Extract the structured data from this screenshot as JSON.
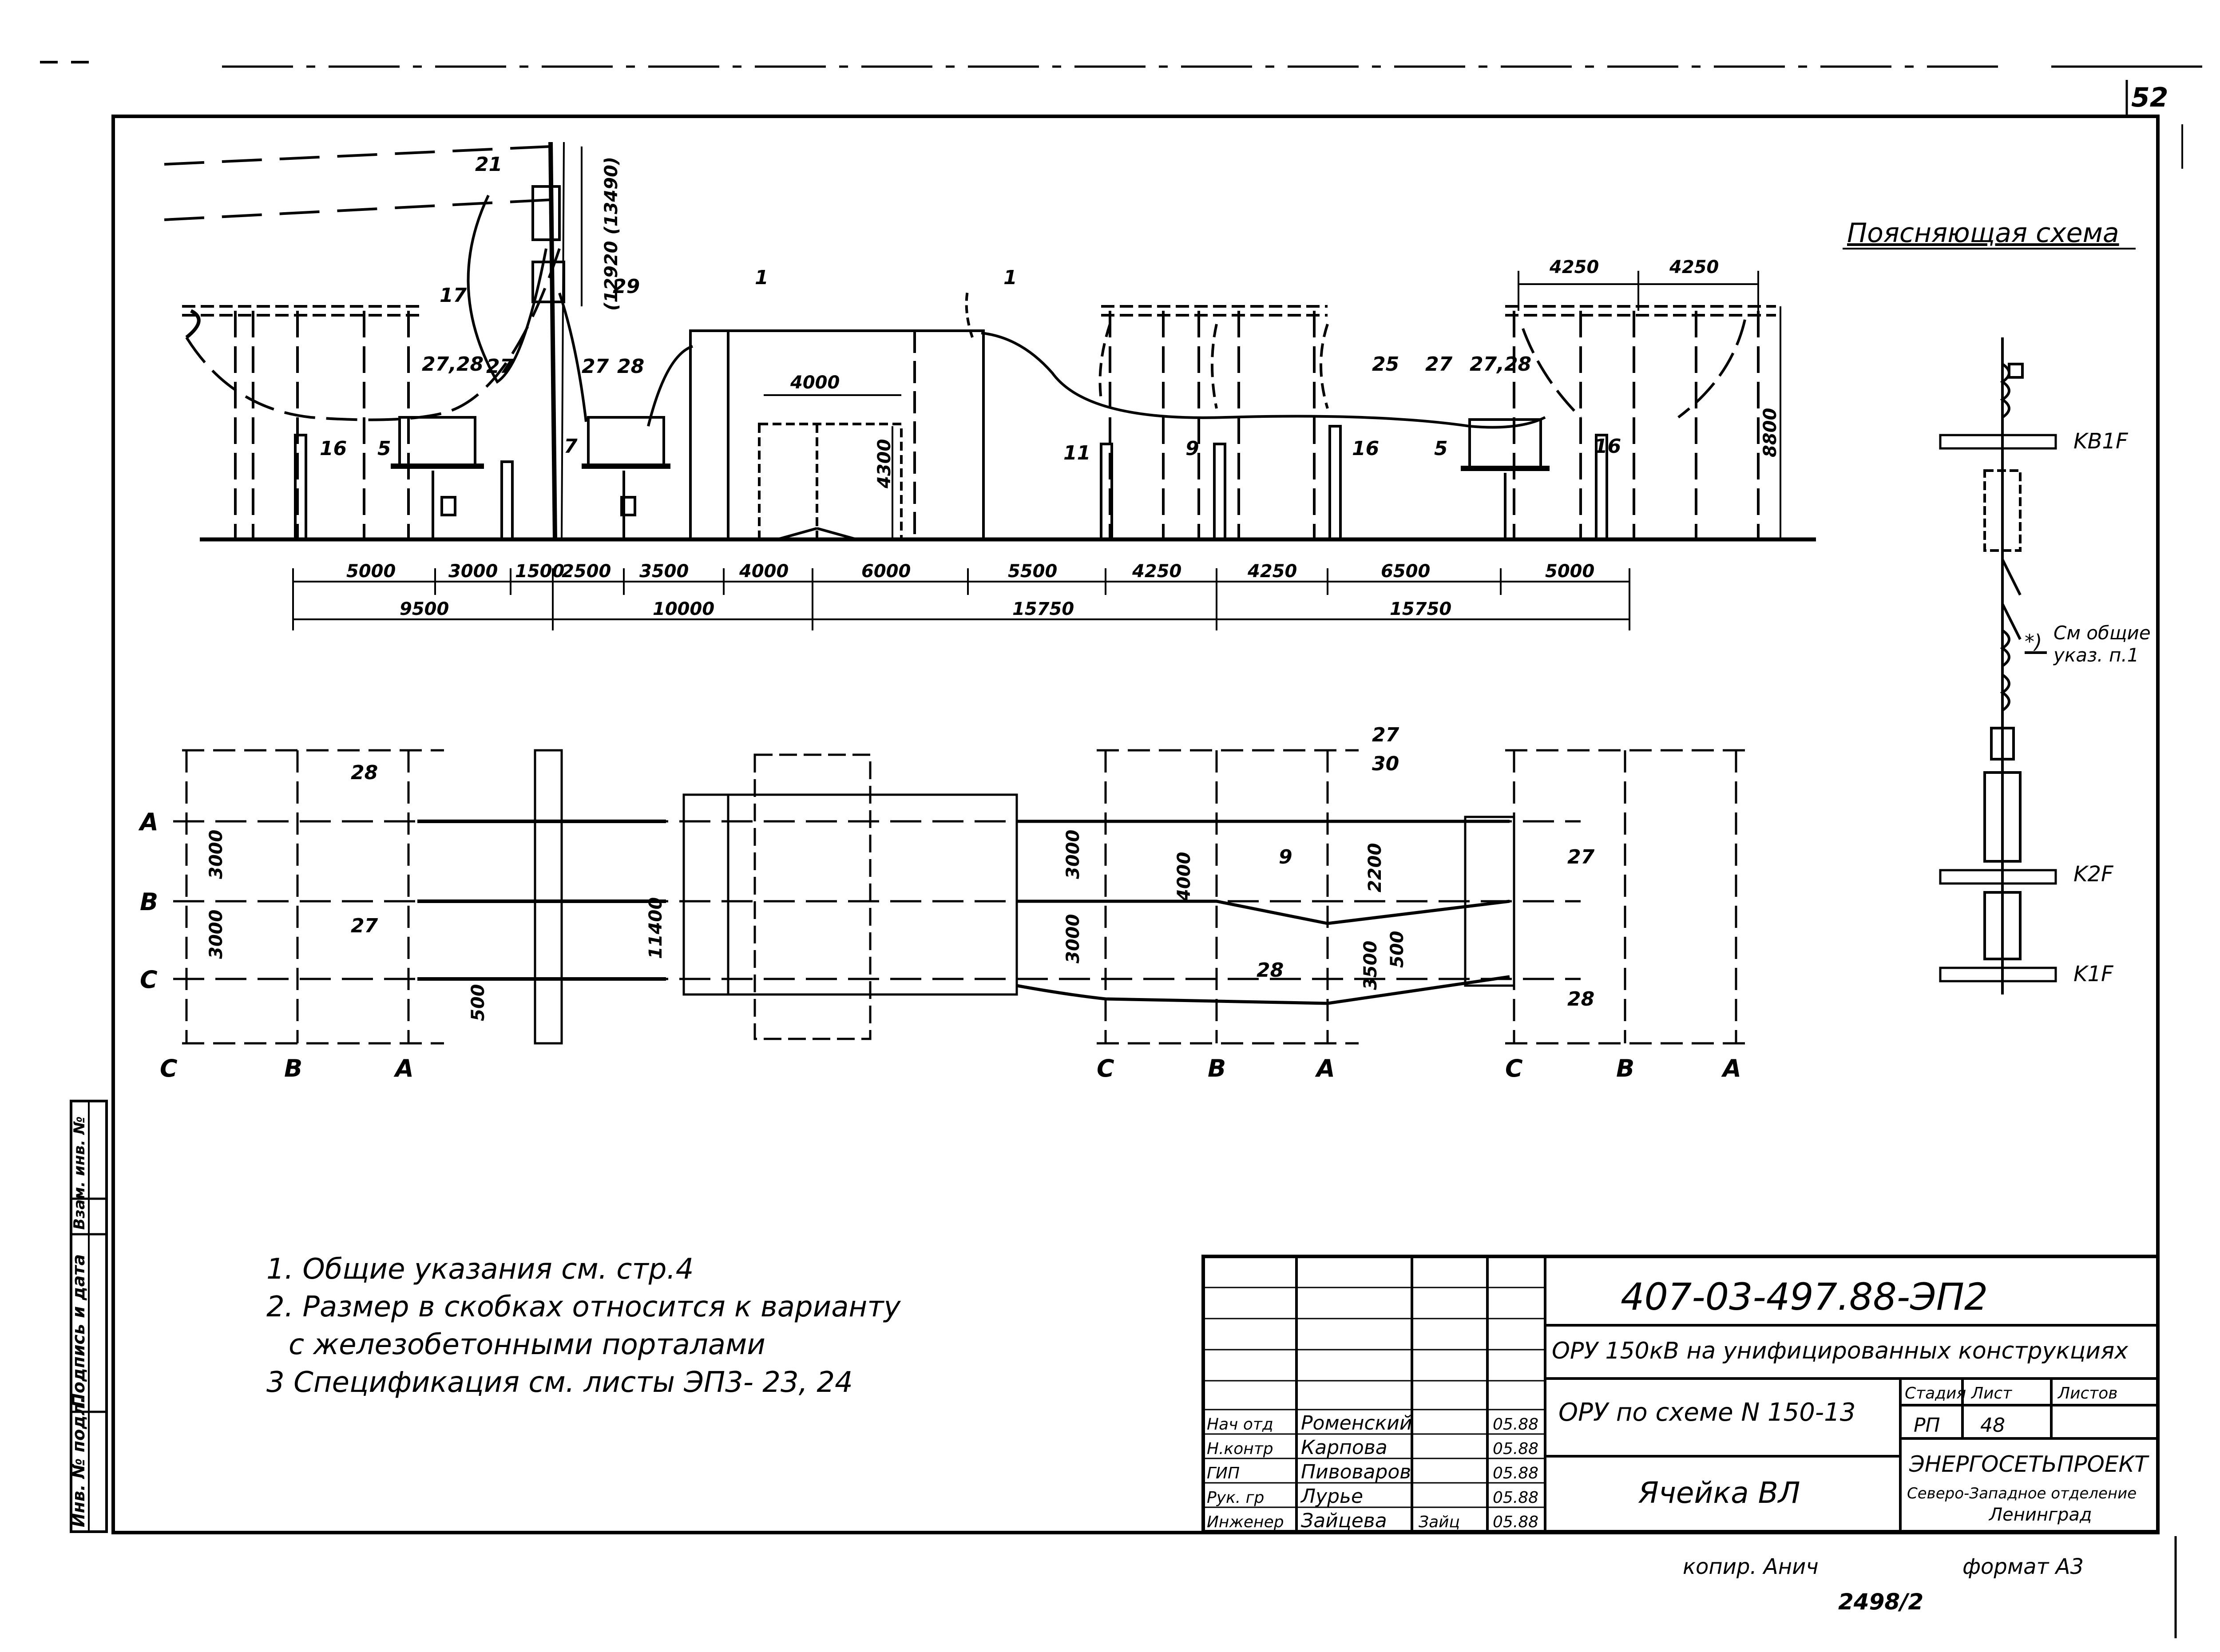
{
  "page_number": "52",
  "legend_title": "Поясняющая схема",
  "schematic": {
    "labels": [
      "KB1F",
      "K2F",
      "K1F"
    ],
    "footnote_mark": "*)",
    "footnote": [
      "См общие",
      "указ. п.1"
    ]
  },
  "elevation": {
    "callouts": [
      "21",
      "17",
      "29",
      "1",
      "1",
      "25",
      "27",
      "27,28",
      "27,28",
      "27",
      "27",
      "28",
      "16",
      "5",
      "7",
      "11",
      "9",
      "16",
      "5",
      "16"
    ],
    "vertical_dims": [
      "(12920 (13490)",
      "4300",
      "8800"
    ],
    "top_dims": [
      "4250",
      "4250"
    ],
    "inner_dim": "4000",
    "dims_row1": [
      "5000",
      "3000",
      "1500",
      "2500",
      "3500",
      "4000",
      "6000",
      "5500",
      "4250",
      "4250",
      "6500",
      "5000"
    ],
    "dims_row2": [
      "9500",
      "10000",
      "15750",
      "15750"
    ]
  },
  "plan": {
    "row_axes": [
      "A",
      "B",
      "C"
    ],
    "col_axes": [
      "C",
      "B",
      "A",
      "C",
      "B",
      "A",
      "C",
      "B",
      "A"
    ],
    "callouts": [
      "28",
      "27",
      "27",
      "30",
      "9",
      "27",
      "28",
      "28"
    ],
    "dims": [
      "3000",
      "3000",
      "500",
      "11400",
      "3000",
      "3000",
      "4000",
      "2200",
      "3500",
      "500"
    ]
  },
  "notes": [
    "1. Общие указания  см.  стр.4",
    "2. Размер в скобках относится к варианту",
    "с железобетонными порталами",
    "3 Спецификация см. листы  ЭП3- 23, 24"
  ],
  "side_stamp": [
    "Инв. № подл.",
    "Подпись и дата",
    "Взам. инв. №"
  ],
  "title_block": {
    "doc_code": "407-03-497.88-ЭП2",
    "project": "ОРУ 150кВ на унифицированных конструкциях",
    "scheme": "ОРУ по схеме N 150-13",
    "sheet_name": "Ячейка ВЛ",
    "headers": {
      "stage": "Стадия",
      "sheet": "Лист",
      "sheets": "Листов"
    },
    "stage": "РП",
    "sheet_no": "48",
    "sheets_total": "",
    "org": [
      "ЭНЕРГОСЕТЬПРОЕКТ",
      "Северо-Западное отделение",
      "Ленинград"
    ],
    "staff": [
      {
        "role": "Нач отд",
        "name": "Роменский",
        "sign": "",
        "date": "05.88"
      },
      {
        "role": "Н.контр",
        "name": "Карпова",
        "sign": "",
        "date": "05.88"
      },
      {
        "role": "ГИП",
        "name": "Пивоваров",
        "sign": "",
        "date": "05.88"
      },
      {
        "role": "Рук. гр",
        "name": "Лурье",
        "sign": "",
        "date": "05.88"
      },
      {
        "role": "Инженер",
        "name": "Зайцева",
        "sign": "Зайц",
        "date": "05.88"
      }
    ]
  },
  "footer": {
    "copied": "копир. Анич",
    "format": "формат А3",
    "number": "2498/2"
  }
}
